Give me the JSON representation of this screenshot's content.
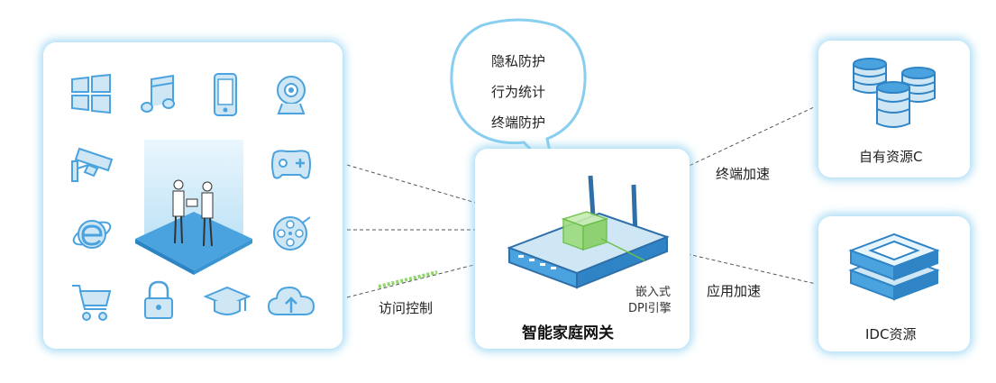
{
  "bubble": {
    "items": [
      "隐私防护",
      "行为统计",
      "终端防护"
    ]
  },
  "gateway": {
    "title": "智能家庭网关",
    "dpi_line1": "嵌入式",
    "dpi_line2": "DPI引擎"
  },
  "links": {
    "terminal_accel": "终端加速",
    "app_accel": "应用加速",
    "access_control": "访问控制"
  },
  "resources": {
    "own": "自有资源C",
    "idc": "IDC资源"
  },
  "icons": [
    "windows-icon",
    "music-icon",
    "phone-icon",
    "webcam-icon",
    "cctv-camera-icon",
    "gamepad-icon",
    "ie-browser-icon",
    "film-reel-icon",
    "shopping-cart-icon",
    "lock-icon",
    "graduation-cap-icon",
    "cloud-upload-icon"
  ],
  "colors": {
    "accent": "#4aa3df",
    "glow": "#87cef0",
    "green": "#8fd66a"
  }
}
